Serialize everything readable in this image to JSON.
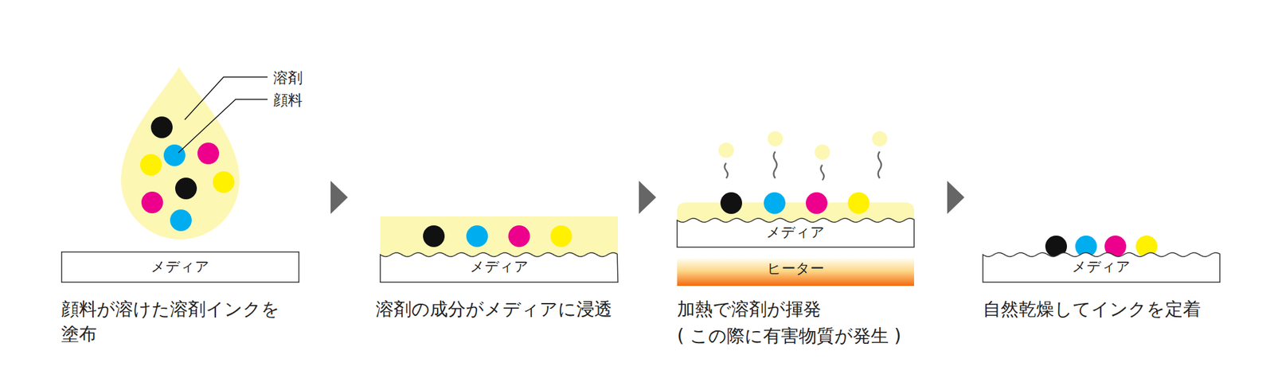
{
  "diagram": {
    "nodes": [
      {
        "text": [
          "メディア"
        ]
      },
      {
        "text": [
          "メディア"
        ]
      },
      {
        "text": [
          "メディア"
        ]
      },
      {
        "text": [
          "ヒーター"
        ]
      },
      {
        "text": [
          "メディア"
        ]
      }
    ],
    "labels": [
      "溶剤",
      "顔料",
      "顔料が溶けた溶剤インクを 塗布",
      "溶剤の成分がメディアに浸透",
      "加熱で溶剤が揮発",
      "( この際に有害物質が発生 )",
      "自然乾燥してインクを定着"
    ]
  }
}
